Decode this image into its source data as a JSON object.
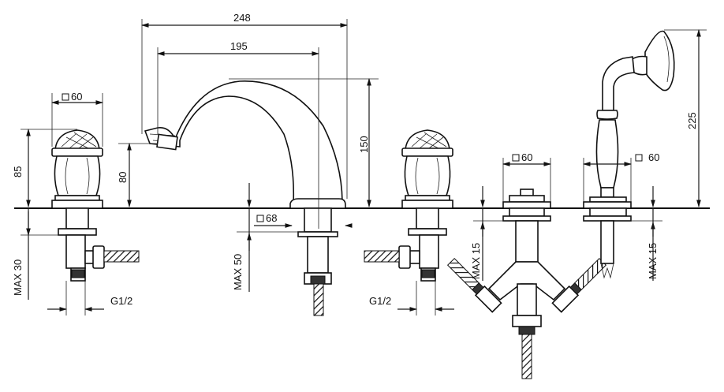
{
  "dimensions": {
    "spout_total_width": "248",
    "spout_reach": "195",
    "spout_height": "150",
    "spout_outlet_height": "80",
    "spout_base": "68",
    "spout_max_thickness": "MAX 50",
    "handle_left_base": "60",
    "handle_left_height": "85",
    "handle_left_max_thickness": "MAX 30",
    "handle_left_thread": "G1/2",
    "handle_right_thread": "G1/2",
    "diverter_base": "60",
    "diverter_max_thickness": "MAX 15",
    "shower_base": "60",
    "shower_height": "225",
    "shower_max_thickness": "MAX 15"
  }
}
